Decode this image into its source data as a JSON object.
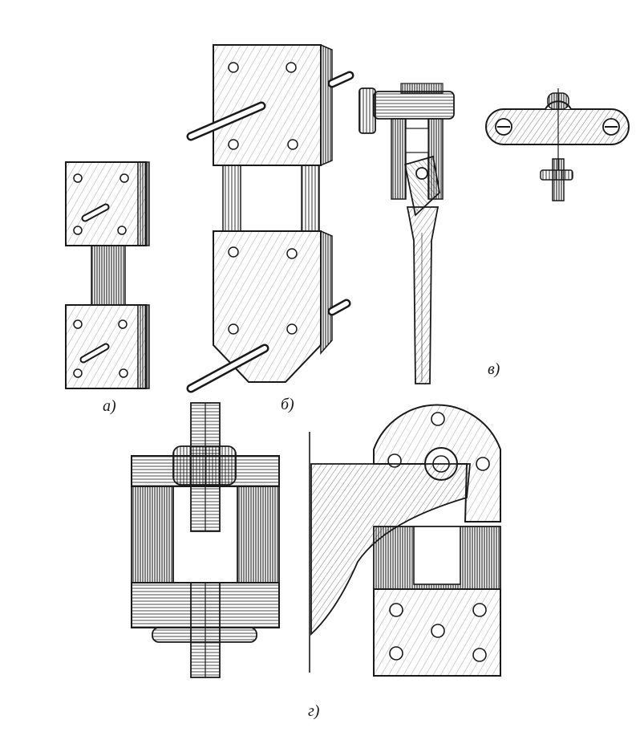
{
  "figure": {
    "panels": [
      {
        "id": "a",
        "label": "а)"
      },
      {
        "id": "b",
        "label": "б)"
      },
      {
        "id": "v",
        "label": "в)"
      },
      {
        "id": "g",
        "label": "г)"
      }
    ]
  },
  "colors": {
    "ink": "#1a1a1a",
    "paper": "#ffffff",
    "shade": "#555555"
  }
}
